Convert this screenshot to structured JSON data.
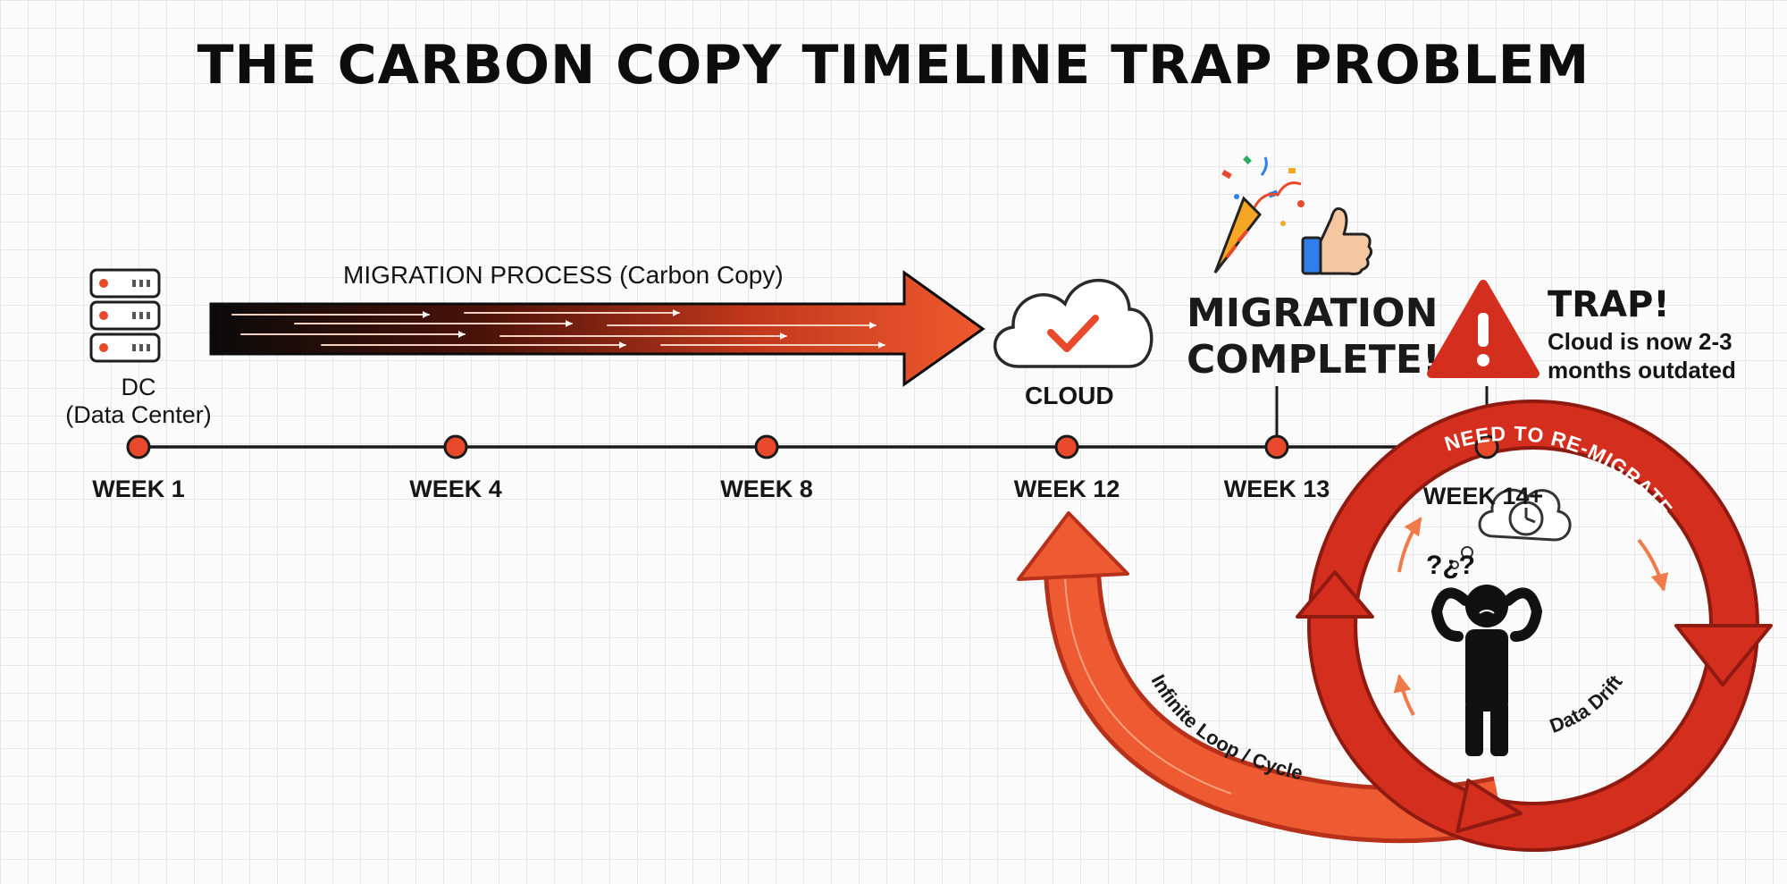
{
  "title": "THE CARBON COPY TIMELINE TRAP PROBLEM",
  "process_label": "MIGRATION PROCESS (Carbon Copy)",
  "dc": {
    "line1": "DC",
    "line2": "(Data Center)"
  },
  "cloud_label": "CLOUD",
  "weeks": [
    "WEEK 1",
    "WEEK 4",
    "WEEK 8",
    "WEEK 12",
    "WEEK 13",
    "WEEK 14+"
  ],
  "complete": {
    "line1": "MIGRATION",
    "line2": "COMPLETE!"
  },
  "trap": {
    "title": "TRAP!",
    "line1": "Cloud is now 2-3",
    "line2": "months outdated"
  },
  "loop_labels": {
    "re_migrate": "NEED TO RE-MIGRATE",
    "data_drift": "Data Drift",
    "infinite_loop": "Infinite Loop / Cycle"
  },
  "confusion_marks": "?¿?",
  "colors": {
    "accent": "#e8492a",
    "loop_red": "#d42e1f",
    "dark": "#111111"
  },
  "icons": [
    "server-icon",
    "cloud-check-icon",
    "party-popper-icon",
    "thumbs-up-icon",
    "warning-icon",
    "clock-thought-icon",
    "confused-person-icon"
  ]
}
